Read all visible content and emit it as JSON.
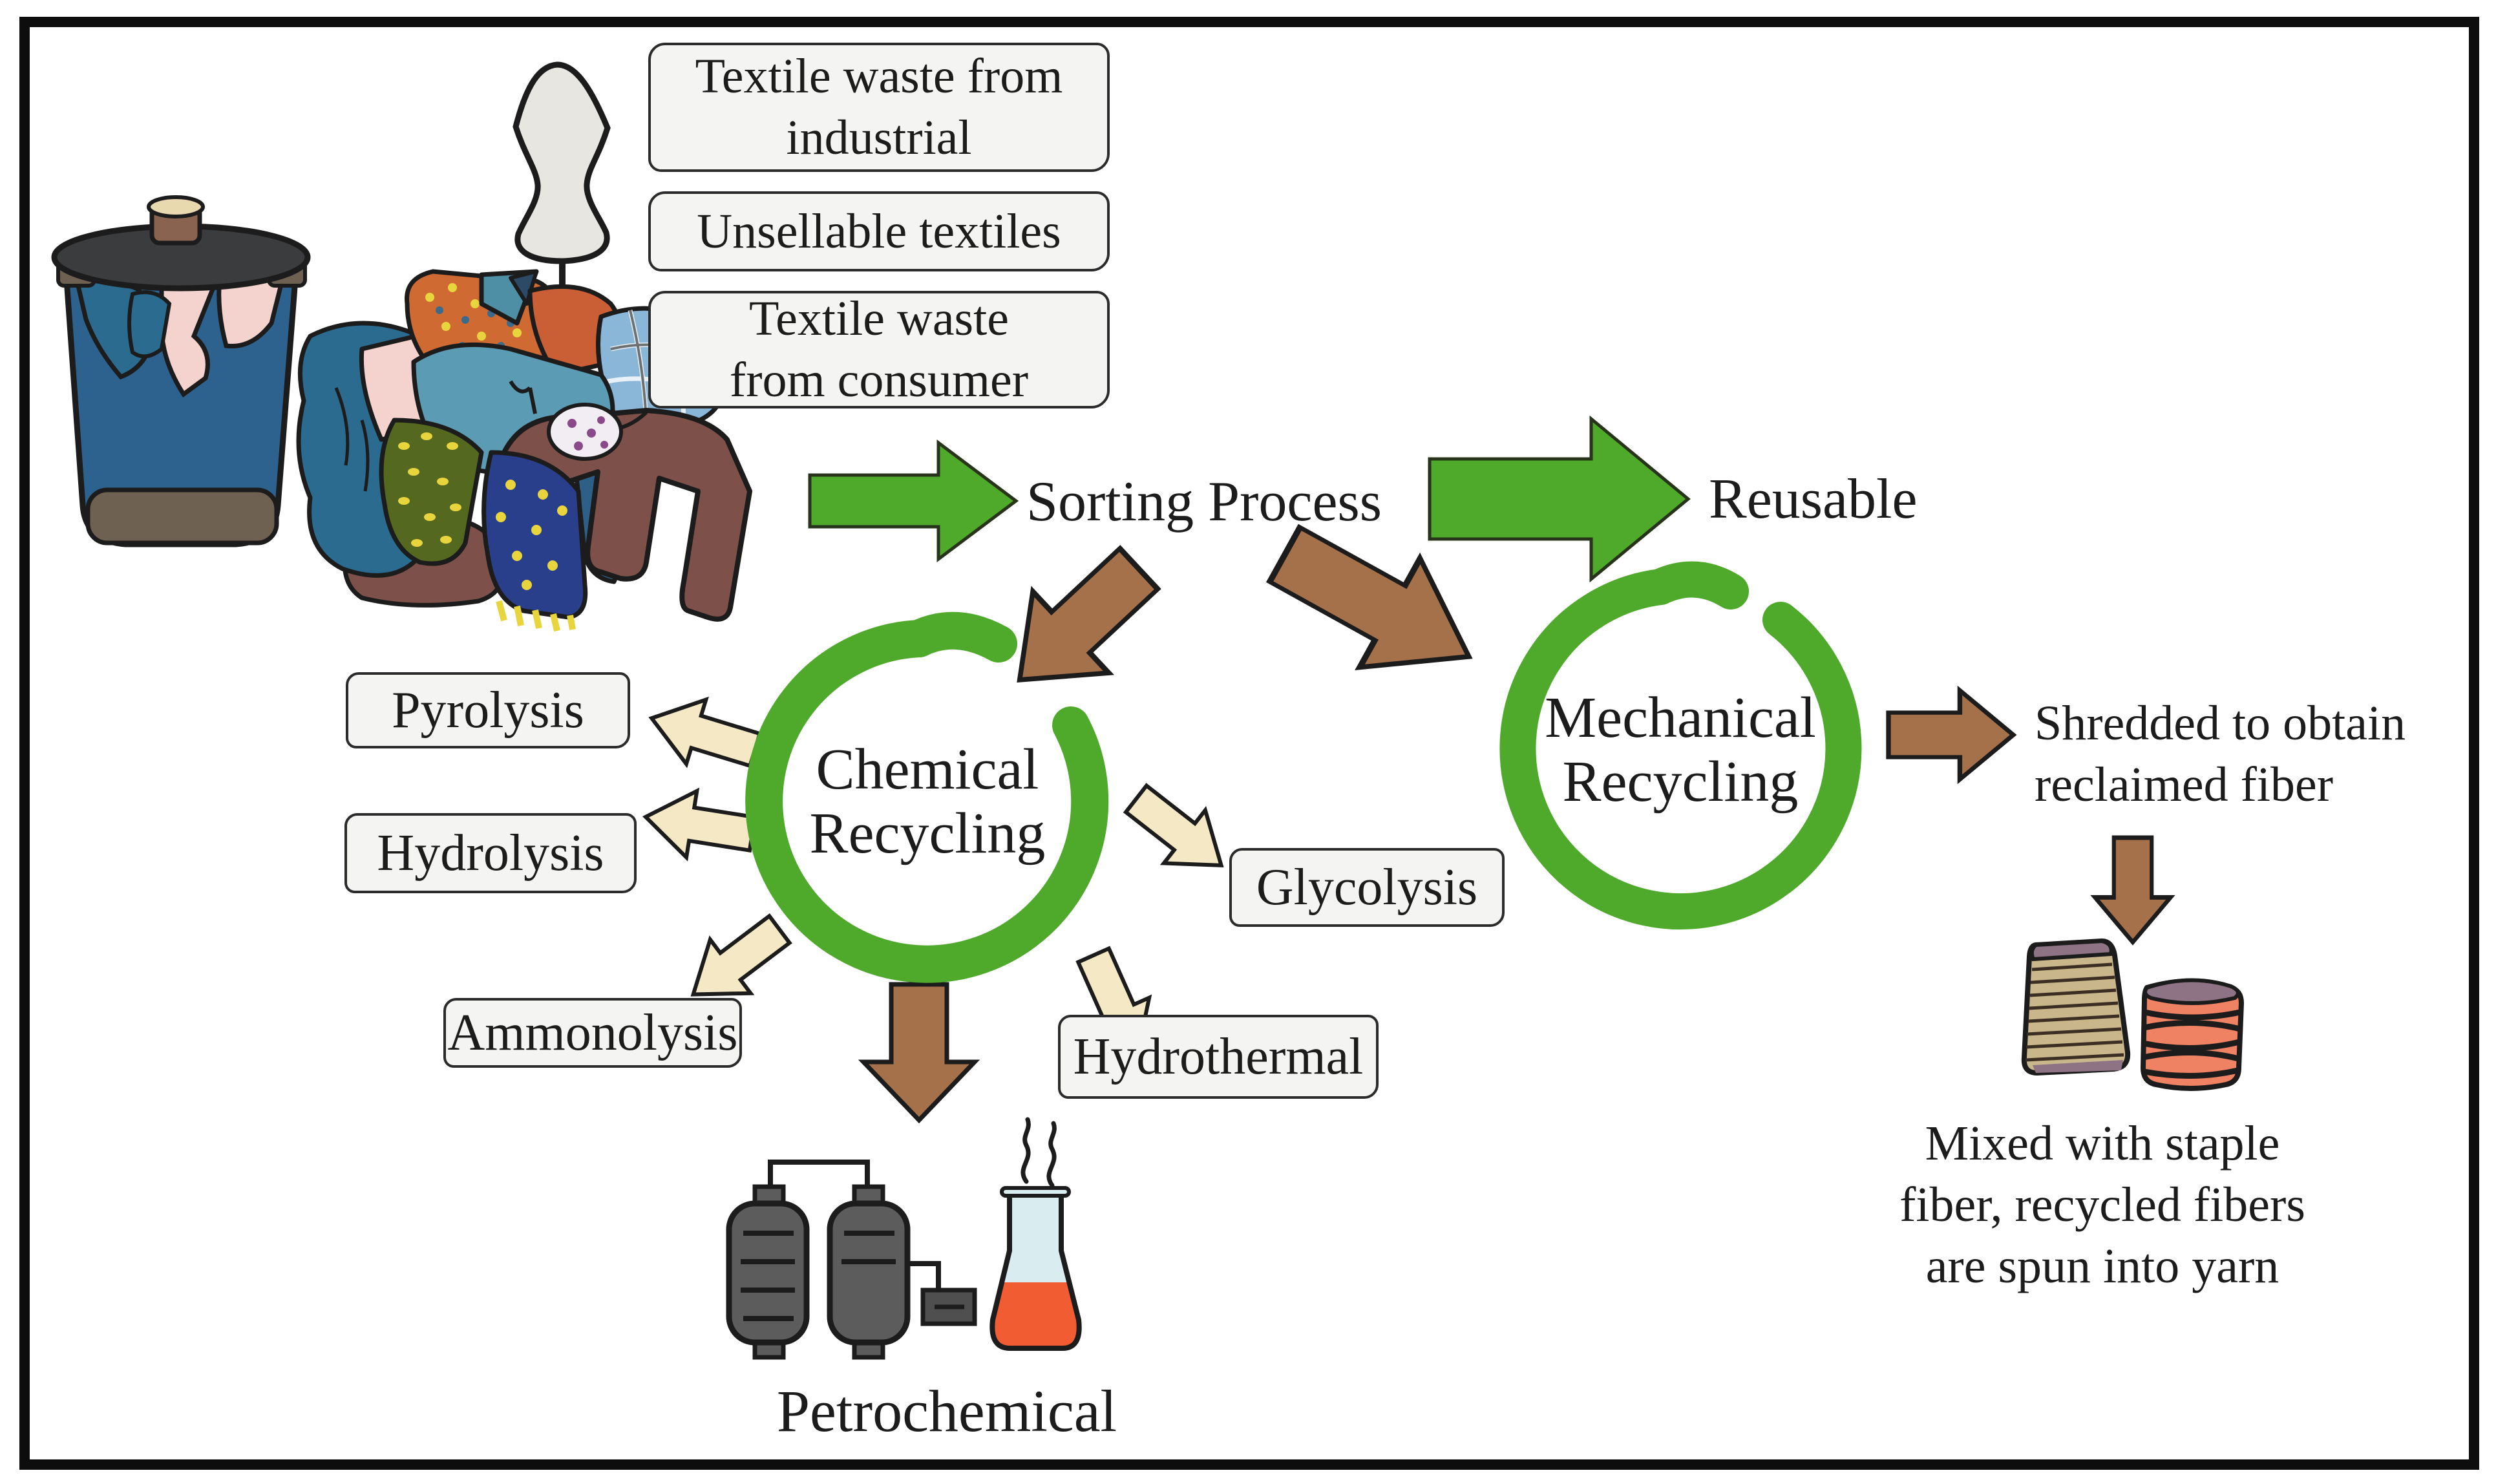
{
  "figure": {
    "sources": [
      {
        "label": "Textile waste from\nindustrial"
      },
      {
        "label": "Unsellable textiles"
      },
      {
        "label": "Textile waste\nfrom consumer"
      }
    ],
    "sorting_label": "Sorting Process",
    "reusable_label": "Reusable",
    "chemical": {
      "title": "Chemical\nRecycling",
      "processes": [
        "Pyrolysis",
        "Hydrolysis",
        "Ammonolysis",
        "Glycolysis",
        "Hydrothermal"
      ],
      "output_label": "Petrochemical"
    },
    "mechanical": {
      "title": "Mechanical\nRecycling",
      "shred_note": "Shredded to obtain\nreclaimed fiber",
      "mix_note": "Mixed with staple\nfiber, recycled fibers\nare spun into yarn"
    }
  },
  "colors": {
    "ink": "#1c1c1c",
    "green": "#4faa2c",
    "brown": "#a5714a",
    "cream": "#f5e9c5",
    "box_fill": "#f4f4f2",
    "box_border": "#2b2b2b",
    "can_blue": "#2d618e",
    "lid_gray": "#3a3c3e",
    "rim_brown": "#6f6152",
    "knob_brown": "#8a6250",
    "knob_top": "#e9d9ae",
    "mannequin_gray": "#e7e6e1",
    "cloth_pink": "#f4d2cd",
    "cloth_blue": "#2a6b8f",
    "cloth_teal": "#5b9cb4",
    "cloth_lightblue": "#8ab6d8",
    "cloth_orange": "#cf6a33",
    "cloth_orange2": "#ca5f35",
    "cloth_green": "#54691f",
    "cloth_navy": "#2a3f8c",
    "cloth_brown": "#7d5149",
    "dot_yellow": "#e8d53e",
    "tank_gray": "#5c5c5c",
    "tank_box": "#4f4f4f",
    "flask_blue": "#d9ecef",
    "flask_orange": "#f25c33",
    "spool_tan": "#c9b68b",
    "spool_coral": "#ee8263",
    "spool_top": "#8d7383"
  }
}
